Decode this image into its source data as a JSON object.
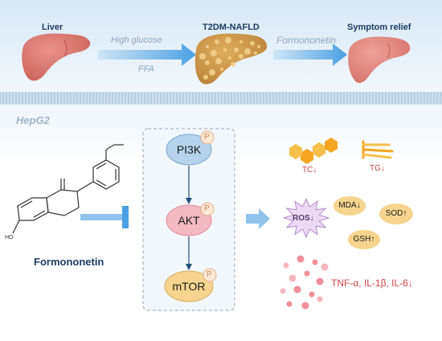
{
  "top_row": {
    "liver_label": "Liver",
    "disease_label": "T2DM-NAFLD",
    "relief_label": "Symptom relief",
    "arrow1_top": "High glucose",
    "arrow1_bottom": "FFA",
    "arrow2_label": "Formononetin"
  },
  "cell": {
    "cell_line": "HepG2",
    "compound_name": "Formononetin",
    "oh_label": "HO"
  },
  "pathway": {
    "nodes": [
      "PI3K",
      "AKT",
      "mTOR"
    ],
    "phospho_label": "P"
  },
  "outcomes": {
    "tc_label": "TC↓",
    "tg_label": "TG↓",
    "ros_label": "ROS↓",
    "mda_label": "MDA↓",
    "sod_label": "SOD↑",
    "gsh_label": "GSH↑",
    "cytokines_label": "TNF-α, IL-1β, IL-6↓"
  },
  "colors": {
    "band_top": "#dcebf7",
    "arrow_blue": "#5aa9e6",
    "pi3k_fill": "#b7d3ec",
    "akt_fill": "#f4b9c2",
    "mtor_fill": "#f6d48f",
    "inhibit": "#6bb3e8",
    "hex_orange": "#f5a623",
    "ros_fill": "#e9d6f2",
    "pill_fill": "#f6d48f",
    "dot_pink": "#f0a0aa",
    "liver_red": "#d9736b",
    "fatty_liver": "#c9944a"
  }
}
